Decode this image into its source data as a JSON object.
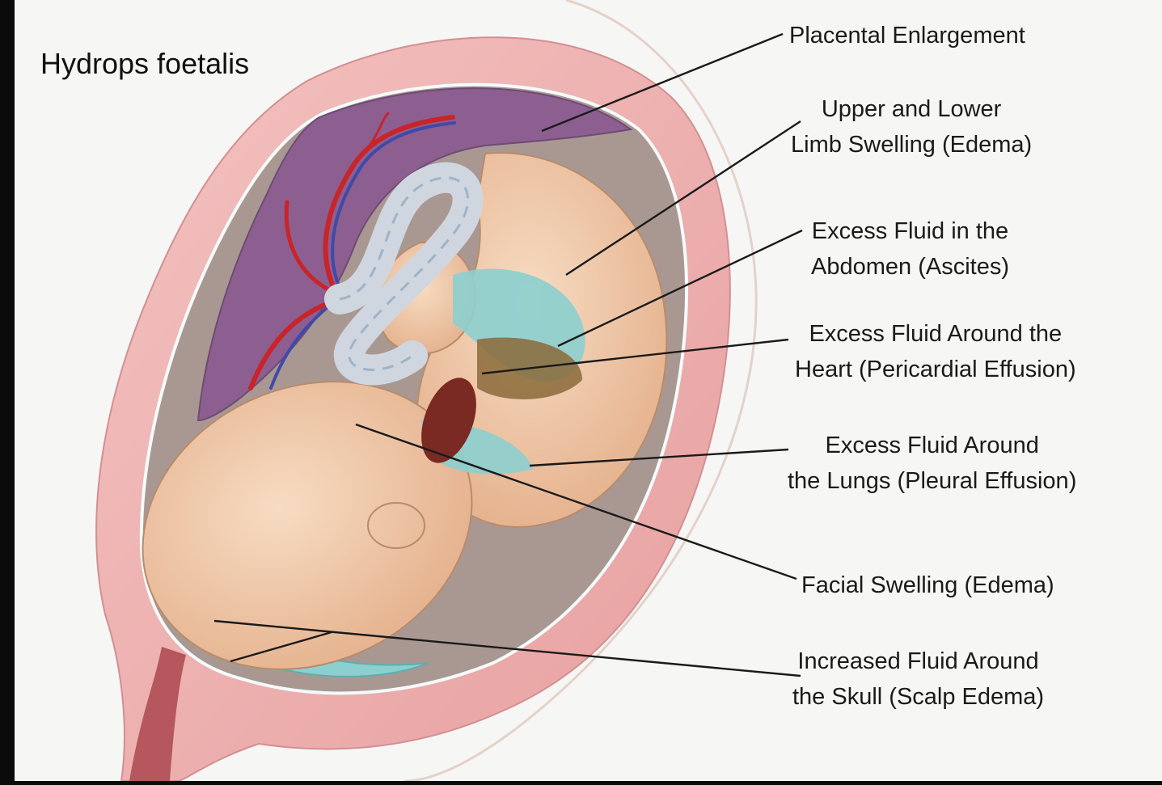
{
  "title": "Hydrops foetalis",
  "labels": {
    "placental": [
      "Placental Enlargement"
    ],
    "limb": [
      "Upper and Lower",
      "Limb Swelling (Edema)"
    ],
    "abdomen": [
      "Excess Fluid in the",
      "Abdomen (Ascites)"
    ],
    "heart": [
      "Excess Fluid Around the",
      "Heart (Pericardial Effusion)"
    ],
    "lungs": [
      "Excess Fluid Around",
      "the Lungs (Pleural Effusion)"
    ],
    "facial": [
      "Facial Swelling (Edema)"
    ],
    "skull": [
      "Increased Fluid Around",
      "the Skull (Scalp Edema)"
    ]
  },
  "colors": {
    "uterine_wall": "#efb3b3",
    "placenta": "#8a5d8e",
    "amniotic_cavity": "#a79690",
    "skin": "#f0c7a6",
    "fluid": "#8ccfcf",
    "leader_line": "#1a1a1a"
  }
}
